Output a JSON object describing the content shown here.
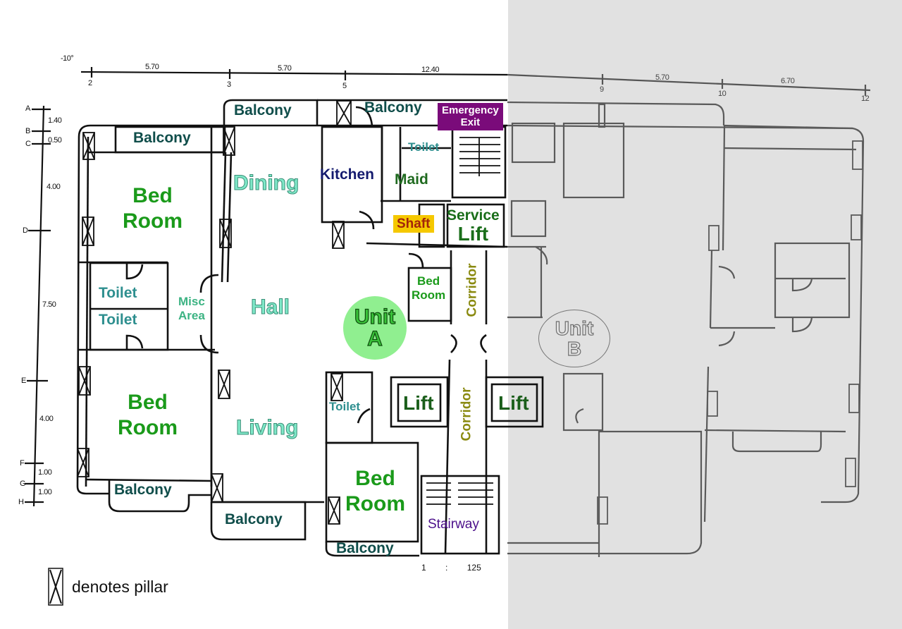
{
  "title": "Floor plan with Unit A and Unit B",
  "dimensions": {
    "top_axis": {
      "grid_labels": [
        "2",
        "3",
        "5",
        "9",
        "10",
        "12"
      ],
      "spans": [
        "5.70",
        "5.70",
        "12.40",
        "5.70",
        "6.70"
      ],
      "corner_mark": "-10°"
    },
    "left_axis": {
      "grid_labels": [
        "A",
        "B",
        "C",
        "D",
        "E",
        "F",
        "G",
        "H"
      ],
      "spans": [
        "1.40",
        "0.50",
        "4.00",
        "7.50",
        "4.00",
        "1.00",
        "1.00"
      ]
    }
  },
  "rooms": {
    "balcony_top_left": "Balcony",
    "balcony_top_mid": "Balcony",
    "balcony_top_right": "Balcony",
    "emergency_exit": "Emergency Exit",
    "emergency_exit_line1": "Emergency",
    "emergency_exit_line2": "Exit",
    "toilet_maid": "Toilet",
    "kitchen": "Kitchen",
    "maid": "Maid",
    "dining": "Dining",
    "bedroom_top_line1": "Bed",
    "bedroom_top_line2": "Room",
    "shaft": "Shaft",
    "service_lift_line1": "Service",
    "service_lift_line2": "Lift",
    "toilet_left_1": "Toilet",
    "toilet_left_2": "Toilet",
    "misc_line1": "Misc",
    "misc_line2": "Area",
    "hall": "Hall",
    "bedroom_small_line1": "Bed",
    "bedroom_small_line2": "Room",
    "corridor_upper": "Corridor",
    "bedroom_bottom_left_line1": "Bed",
    "bedroom_bottom_left_line2": "Room",
    "living": "Living",
    "toilet_bottom": "Toilet",
    "lift_a": "Lift",
    "corridor_lower": "Corridor",
    "lift_b": "Lift",
    "bedroom_bottom_right_line1": "Bed",
    "bedroom_bottom_right_line2": "Room",
    "balcony_bottom_left": "Balcony",
    "balcony_bottom_mid": "Balcony",
    "balcony_bottom_right": "Balcony",
    "stairway": "Stairway"
  },
  "units": {
    "a": {
      "line1": "Unit",
      "line2": "A",
      "color": "#90ef90"
    },
    "b": {
      "line1": "Unit",
      "line2": "B"
    }
  },
  "scale": {
    "left": "1",
    "sep": ":",
    "right": "125"
  },
  "legend": {
    "pillar_text": "denotes pillar",
    "icon": "pillar-icon"
  },
  "colors": {
    "unit_b_shade": "#e1e1e1",
    "emergency_exit_bg": "#7a0b7a",
    "shaft_bg": "#f5c800"
  }
}
